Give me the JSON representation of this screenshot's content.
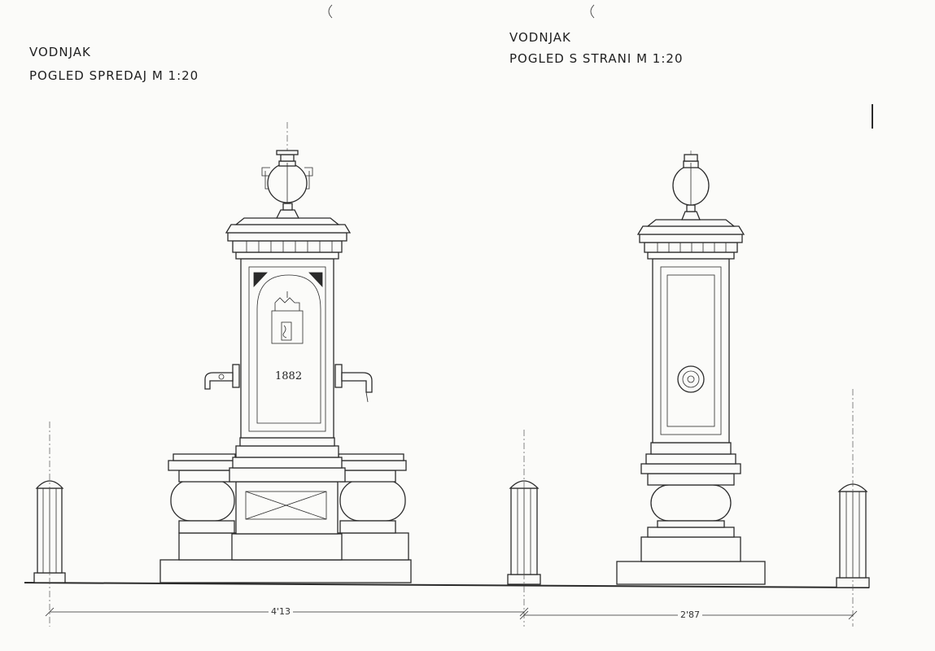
{
  "front_view": {
    "title": "VODNJAK",
    "subtitle": "POGLED SPREDAJ  M 1:20",
    "year": "1882"
  },
  "side_view": {
    "title": "VODNJAK",
    "subtitle": "POGLED S STRANI   M 1:20"
  },
  "dimensions": {
    "front_width": "4'13",
    "side_width": "2'87"
  }
}
